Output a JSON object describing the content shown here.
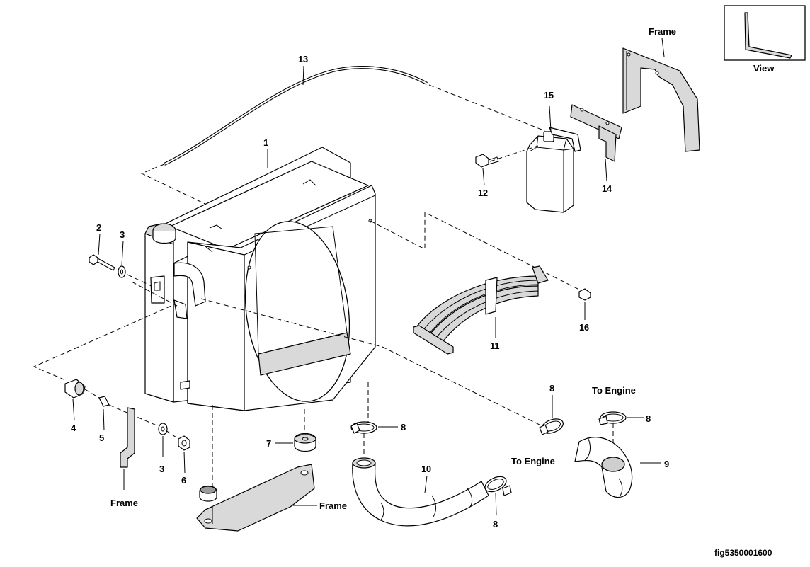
{
  "callouts": {
    "c1": "1",
    "c2": "2",
    "c3a": "3",
    "c3b": "3",
    "c4": "4",
    "c5": "5",
    "c6": "6",
    "c7": "7",
    "c8a": "8",
    "c8b": "8",
    "c8c": "8",
    "c8d": "8",
    "c9": "9",
    "c10": "10",
    "c11": "11",
    "c12": "12",
    "c13": "13",
    "c14": "14",
    "c15": "15",
    "c16": "16"
  },
  "labels": {
    "frame_top": "Frame",
    "frame_left": "Frame",
    "frame_bottom": "Frame",
    "view": "View",
    "to_engine_right": "To Engine",
    "to_engine_mid": "To Engine"
  },
  "figure_id": "fig5350001600"
}
